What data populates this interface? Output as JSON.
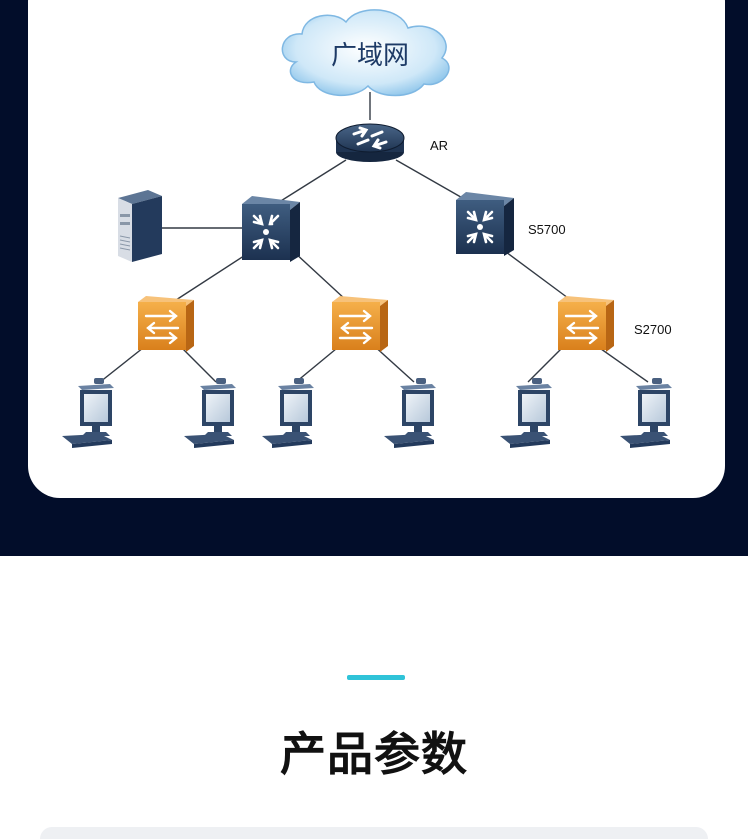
{
  "diagram": {
    "cloud_label": "广域网",
    "router_label": "AR",
    "core_switch_label": "S5700",
    "access_switch_label": "S2700"
  },
  "colors": {
    "background_dark": "#020d2a",
    "accent": "#2fc3d8",
    "core_switch": "#26405f",
    "access_switch": "#e8962a",
    "cloud": "#bfe1f7"
  },
  "section": {
    "title": "产品参数"
  }
}
